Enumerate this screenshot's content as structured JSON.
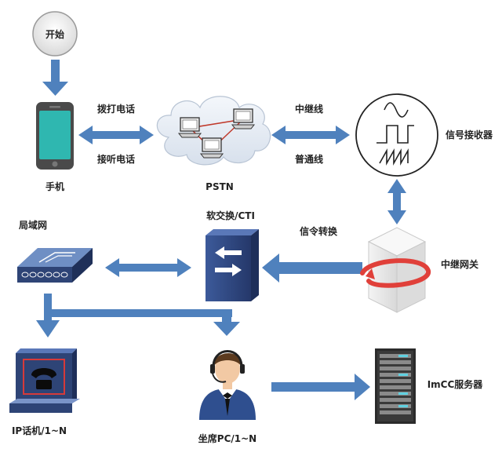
{
  "nodes": {
    "start": "开始",
    "phone": "手机",
    "pstn": "PSTN",
    "receiver": "信号接收器",
    "trunk_gateway": "中继网关",
    "softswitch": "软交换/CTI",
    "lan": "局域网",
    "ip_phone": "IP话机/1~N",
    "agent": "坐席PC/1~N",
    "imcc": "ImCC服务器"
  },
  "edges": {
    "dial_out": "拨打电话",
    "answer": "接听电话",
    "trunk_line": "中继线",
    "ordinary_line": "普通线",
    "signal_conversion": "信令转换"
  },
  "colors": {
    "arrow": "#4f81bd",
    "phone_screen": "#2fb7b0",
    "device_dark": "#2e4476",
    "server_dark": "#2b2b2b",
    "cloud": "#e8eef6"
  }
}
